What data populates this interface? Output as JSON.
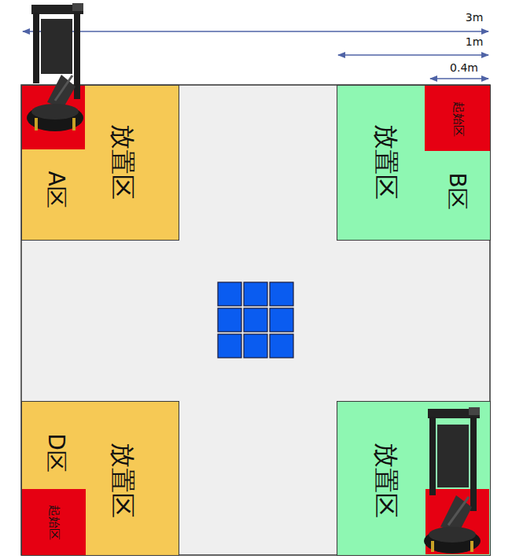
{
  "diagram": {
    "nodes": [
      {
        "text": [
          "A区",
          "放置区"
        ]
      },
      {
        "text": [
          "放置区",
          "B区"
        ]
      },
      {
        "text": [
          "起始区"
        ],
        "in": 1
      },
      {
        "text": [
          "D区",
          "放置区"
        ]
      },
      {
        "text": [
          "起始区"
        ],
        "in": 3
      },
      {
        "text": [
          "放置区"
        ]
      }
    ],
    "labels": [
      "3m",
      "1m",
      "0.4m"
    ]
  }
}
